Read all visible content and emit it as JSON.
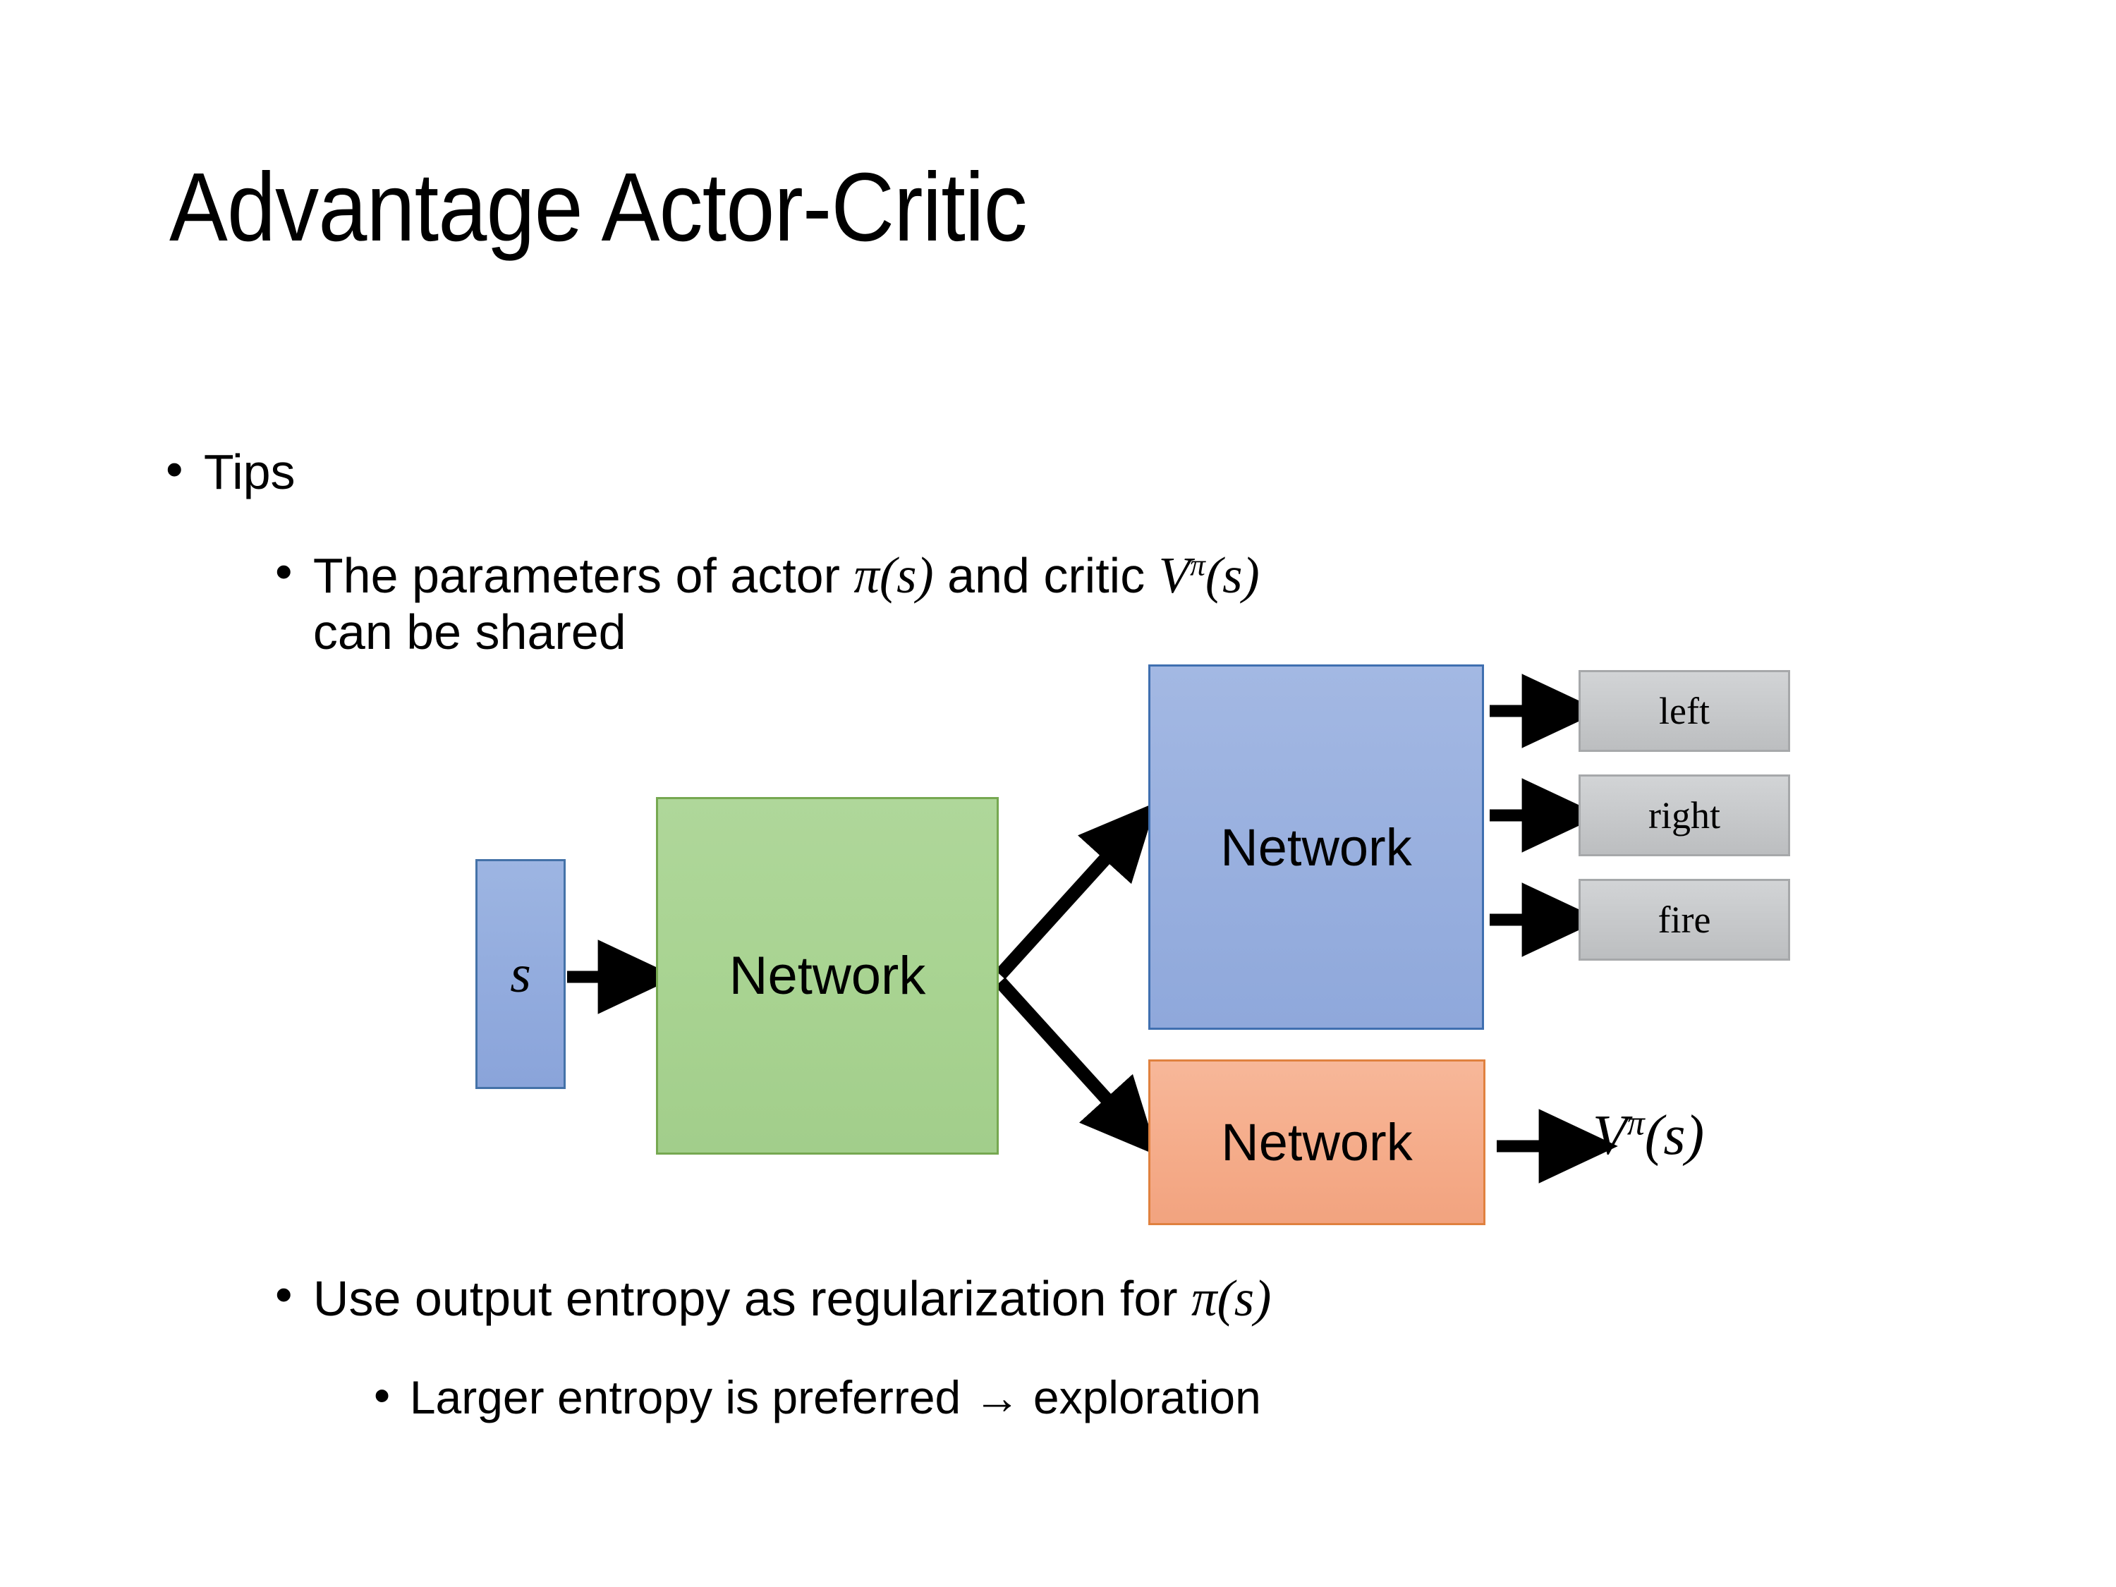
{
  "slide": {
    "title": "Advantage Actor-Critic",
    "background_color": "#FFFFFF",
    "text_color": "#000000"
  },
  "bullets": {
    "tips": {
      "marker": "•",
      "text": "Tips"
    },
    "shared_params": {
      "marker": "•",
      "prefix": "The parameters of actor ",
      "actor_symbol": "π(s)",
      "middle": "  and critic ",
      "critic_base": "V",
      "critic_sup": "π",
      "critic_arg": "(s)",
      "line2": "can be shared"
    },
    "entropy": {
      "marker": "•",
      "prefix": "Use output entropy as regularization for ",
      "symbol": "π(s)"
    },
    "larger_entropy": {
      "marker": "•",
      "text": "Larger entropy is preferred → exploration"
    }
  },
  "diagram": {
    "state_box": {
      "label": "s",
      "fill": "#93ACDE",
      "border": "#4472A8"
    },
    "shared_network": {
      "label": "Network",
      "fill": "#A9D18E",
      "border": "#76A851"
    },
    "actor_network": {
      "label": "Network",
      "fill": "#99B0DF",
      "border": "#3F6FB0"
    },
    "critic_network": {
      "label": "Network",
      "fill": "#F5AC8A",
      "border": "#E0813F"
    },
    "actions": [
      {
        "label": "left",
        "fill": "#C8CACC",
        "border": "#A6A8AA"
      },
      {
        "label": "right",
        "fill": "#C8CACC",
        "border": "#A6A8AA"
      },
      {
        "label": "fire",
        "fill": "#C8CACC",
        "border": "#A6A8AA"
      }
    ],
    "value_output": {
      "base": "V",
      "superscript": "π",
      "argument": "(s)"
    },
    "arrow_color": "#000000",
    "arrows": [
      {
        "name": "state-to-shared",
        "from": "state_box",
        "to": "shared_network"
      },
      {
        "name": "shared-to-actor",
        "from": "shared_network",
        "to": "actor_network"
      },
      {
        "name": "shared-to-critic",
        "from": "shared_network",
        "to": "critic_network"
      },
      {
        "name": "actor-to-left",
        "from": "actor_network",
        "to": "left"
      },
      {
        "name": "actor-to-right",
        "from": "actor_network",
        "to": "right"
      },
      {
        "name": "actor-to-fire",
        "from": "actor_network",
        "to": "fire"
      },
      {
        "name": "critic-to-value",
        "from": "critic_network",
        "to": "value_output"
      }
    ]
  }
}
